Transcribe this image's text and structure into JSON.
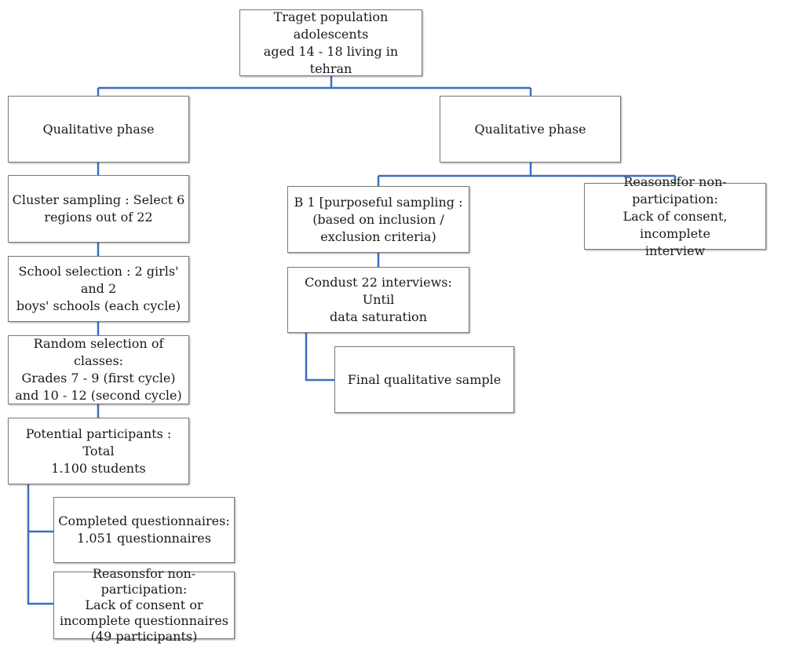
{
  "boxes": {
    "target": "Traget population adolescents\naged 14 - 18 living in tehran",
    "left_phase": "Qualitative phase",
    "right_phase": "Qualitative phase",
    "cluster": "Cluster sampling : Select 6\nregions out of 22",
    "school": "School selection : 2 girls' and 2\nboys' schools (each cycle)",
    "random": "Random selection of classes:\nGrades 7 - 9 (first cycle)\nand 10 - 12 (second cycle)",
    "potential": "Potential participants : Total\n1.100 students",
    "completed": "Completed questionnaires:\n1.051 questionnaires",
    "reasons_left": "Reasonsfor non-participation:\nLack of consent or\nincomplete questionnaires\n(49 participants)",
    "purposeful": "B 1 [purposeful sampling :\n(based on inclusion /\nexclusion criteria)",
    "reasons_right": "Reasonsfor non-participation:\nLack of consent, incomplete\ninterview",
    "interviews": "Condust 22 interviews: Until\ndata saturation",
    "final": "Final qualitative sample"
  },
  "colors": {
    "connector": "#3a6fc4",
    "border": "#7a7a7a"
  }
}
